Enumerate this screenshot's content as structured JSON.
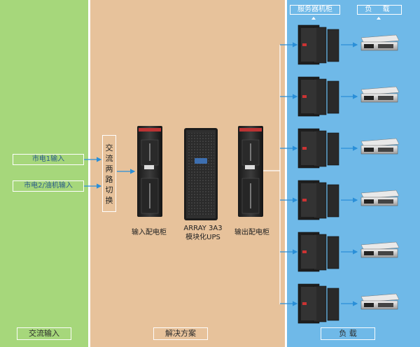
{
  "panels": {
    "ac_input_label": "交流输入",
    "solution_label": "解决方案",
    "load_label": "负 载"
  },
  "inputs": {
    "mains1": "市电1输入",
    "mains2": "市电2/油机输入"
  },
  "switch_label": "交流两路切换",
  "devices": {
    "input_panel": "输入配电柜",
    "ups_line1": "ARRAY 3A3",
    "ups_line2": "模块化UPS",
    "output_panel": "输出配电柜"
  },
  "load_headers": {
    "rack": "服务器机柜",
    "load": "负 载"
  },
  "colors": {
    "ac_panel": "#a6d77b",
    "solution_panel": "#e7c29b",
    "load_panel": "#6fb9e8",
    "arrow": "#2a8fd8"
  }
}
